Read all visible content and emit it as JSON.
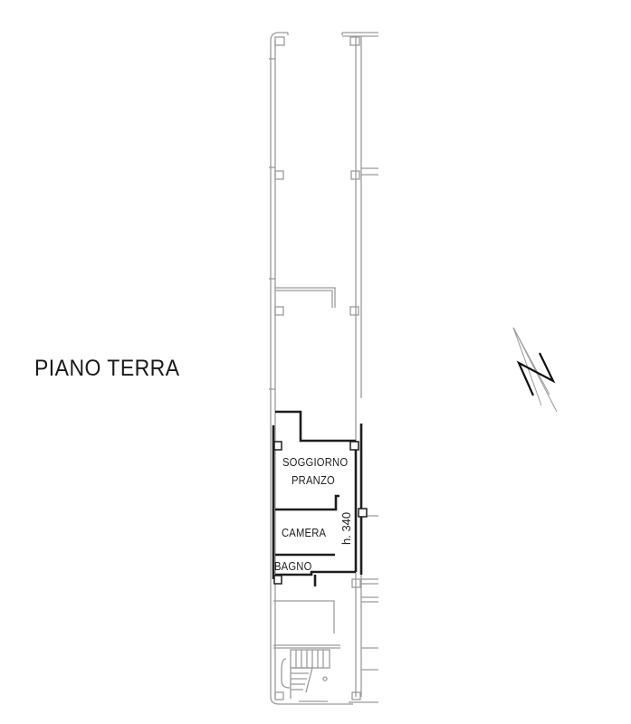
{
  "plan": {
    "title": "PIANO TERRA",
    "rooms": [
      {
        "name": "soggiorno",
        "line1": "SOGGIORNO",
        "line2": "PRANZO"
      },
      {
        "name": "camera",
        "label": "CAMERA"
      },
      {
        "name": "bagno",
        "label": "BAGNO"
      }
    ],
    "height_note": "h. 340",
    "north_arrow": {
      "icon": "north-arrow-icon",
      "letter": "N"
    },
    "colors": {
      "walls_existing": "#9a9a9a",
      "walls_unit": "#1e1e1e",
      "background": "#ffffff"
    }
  }
}
